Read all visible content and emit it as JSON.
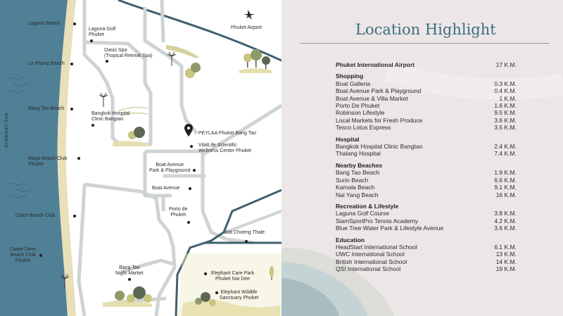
{
  "map": {
    "sea_label": "Andaman Sea",
    "labels": {
      "laguna_beach": "Laguna Beach",
      "la_phang_beach": "La Phang Beach",
      "bang_tao_beach": "Bang Tao Beach",
      "maya_beach_club": "Maya Beach Club\nPhuket",
      "catch_beach_club": "Catch Beach Club",
      "carpe_diem": "Carpe Diem\nBeach Club\nPhuket",
      "laguna_golf": "Laguna Golf\nPhuket",
      "oasis_spa": "Oasis Spa\n(Tropical Retreat Spa)",
      "bangkok_hospital": "Bangkok Hospital\nClinic Bangtao",
      "peylaa": "PEYLAA Phuket Bang Tao",
      "vitallife": "VitalLife Scientific\nWellness Center Phuket",
      "boat_avenue_park": "Boat Avenue\nPark & Playground",
      "boat_avenue": "Boat Avenue",
      "porto_de_phuket": "Porto de\nPhuket",
      "wat_choeng_thale": "Wat Choeng Thale",
      "bang_tao_night_market": "Bang Tao\nNight Market",
      "elephant_care_park": "Elephant Care Park\nPhuket Nai Dee",
      "elephant_wildlife": "Elephant Wildlife\nSanctuary Phuket",
      "phuket_airport": "Phuket Airport"
    }
  },
  "highlight": {
    "title": "Location Highlight",
    "airport": {
      "name": "Phuket International Airport",
      "distance": "17 K.M."
    },
    "categories": [
      {
        "name": "Shopping",
        "items": [
          {
            "name": "Boat Galleria",
            "distance": "0.3 K.M."
          },
          {
            "name": "Boat Avenue Park & Playground",
            "distance": "0.4 K.M."
          },
          {
            "name": "Boat Avenue & Villa Market",
            "distance": "1 K.M."
          },
          {
            "name": "Porto De Phuket",
            "distance": "1.6 K.M."
          },
          {
            "name": "Robinson Lifestyle",
            "distance": "9.5 K.M."
          },
          {
            "name": "Local Markets for Fresh Produce",
            "distance": "3.6 K.M."
          },
          {
            "name": "Tesco Lotus Express",
            "distance": "3.5 K.M."
          }
        ]
      },
      {
        "name": "Hospital",
        "items": [
          {
            "name": "Bangkok Hospital Clinic Bangtao",
            "distance": "2.4 K.M."
          },
          {
            "name": "Thalang Hospital",
            "distance": "7.4 K.M."
          }
        ]
      },
      {
        "name": "Nearby Beaches",
        "items": [
          {
            "name": "Bang Tao Beach",
            "distance": "1.9 K.M."
          },
          {
            "name": "Surin Beach",
            "distance": "6.6 K.M."
          },
          {
            "name": "Kamala Beach",
            "distance": "9.1 K.M."
          },
          {
            "name": "Nai Yang Beach",
            "distance": "16 K.M."
          }
        ]
      },
      {
        "name": "Recreation & Lifestyle",
        "items": [
          {
            "name": "Laguna Golf Course",
            "distance": "3.8 K.M."
          },
          {
            "name": "SiamSportPro Tennis Academy",
            "distance": "4.2 K.M."
          },
          {
            "name": "Blue Tree Water Park & Lifestyle Avenue",
            "distance": "3.6 K.M."
          }
        ]
      },
      {
        "name": "Education",
        "items": [
          {
            "name": "HeadStart International School",
            "distance": "6.1 K.M."
          },
          {
            "name": "UWC International School",
            "distance": "13 K.M."
          },
          {
            "name": "British International School",
            "distance": "14 K.M."
          },
          {
            "name": "QSI International School",
            "distance": "19 K.M."
          }
        ]
      }
    ]
  }
}
